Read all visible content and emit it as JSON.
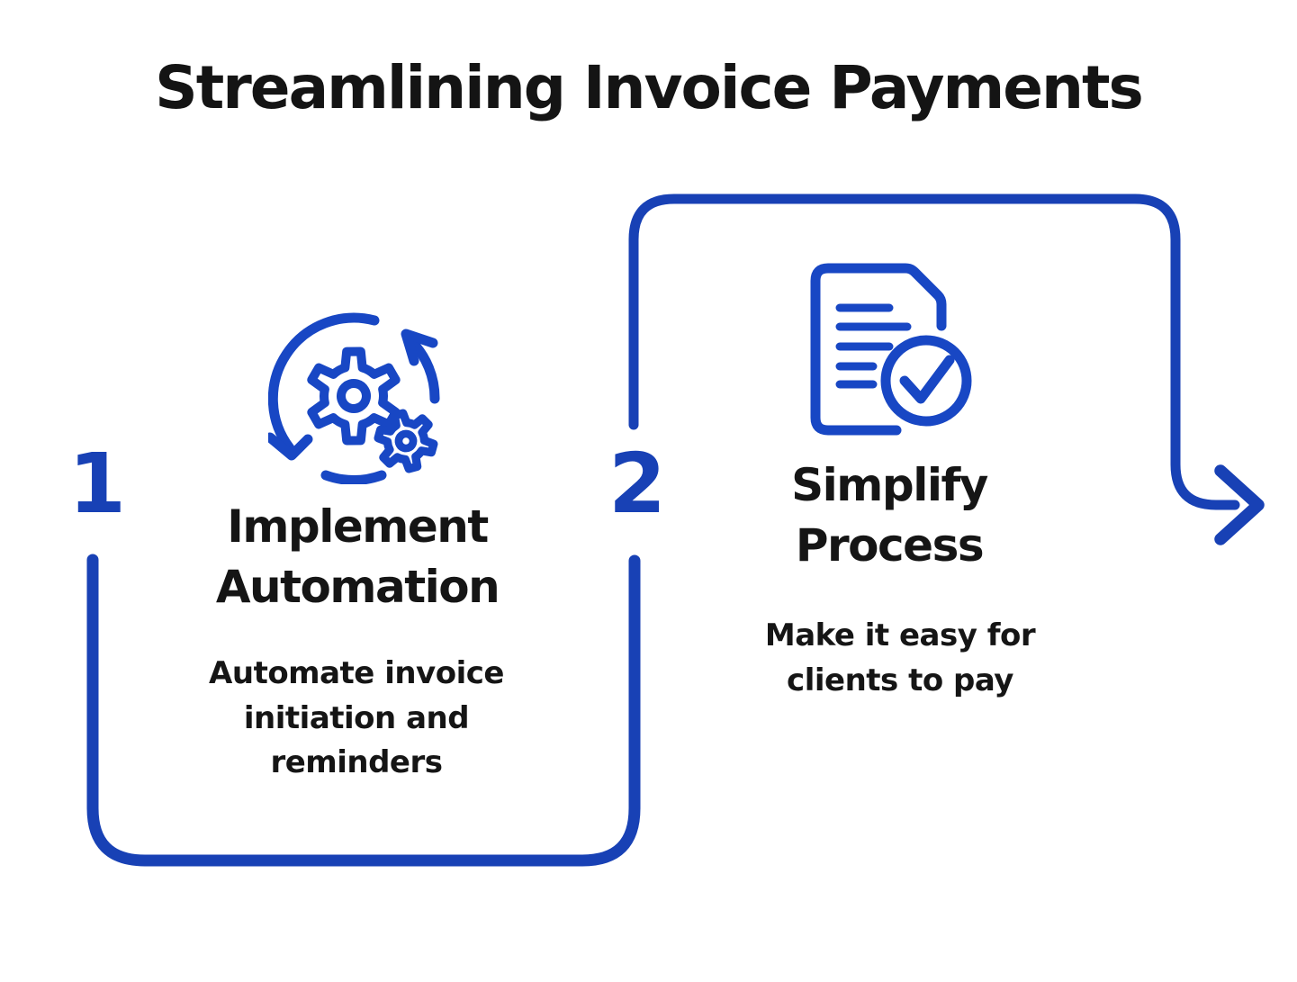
{
  "title": "Streamlining Invoice Payments",
  "colors": {
    "accent_blue": "#1841b5",
    "icon_blue": "#1847c4",
    "text": "#151515",
    "background": "#ffffff"
  },
  "flow": {
    "arrowhead_icon": "flow-arrowhead-icon"
  },
  "steps": [
    {
      "number": "1",
      "heading": "Implement Automation",
      "description": "Automate invoice initiation and reminders",
      "icon": "automation-gears-icon"
    },
    {
      "number": "2",
      "heading": "Simplify Process",
      "description": "Make it easy for clients to pay",
      "icon": "document-check-icon"
    }
  ]
}
